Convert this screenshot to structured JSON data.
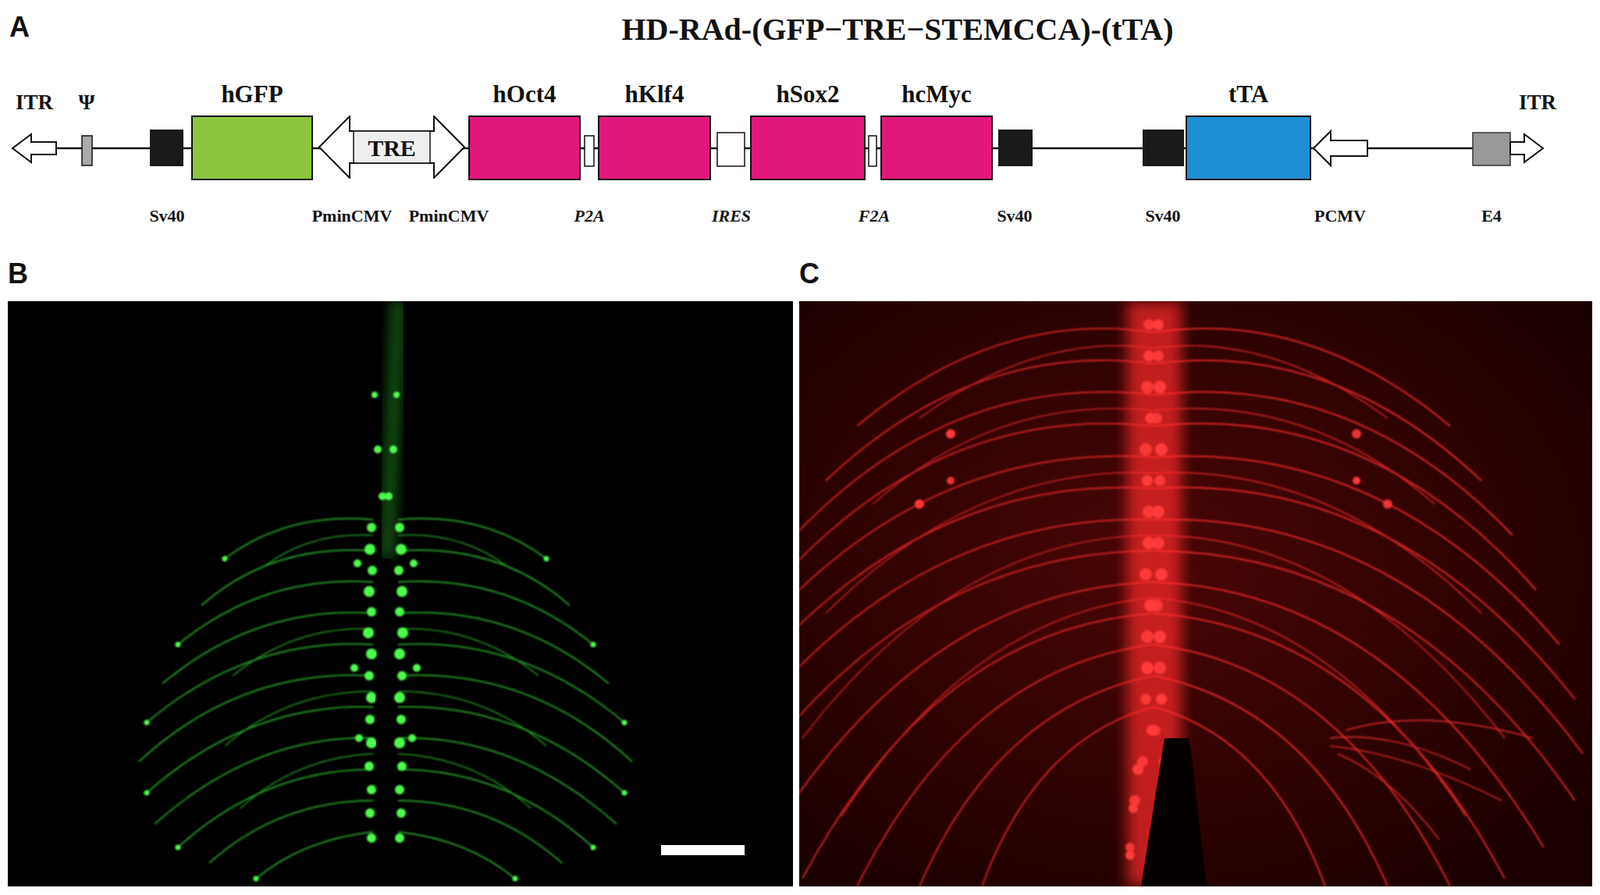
{
  "diagram": {
    "title": "HD-RAd-(GFP−TRE−STEMCCA)-(tTA)",
    "nodes": [
      {
        "text": [
          "hGFP"
        ]
      },
      {
        "text": [
          "TRE"
        ]
      },
      {
        "text": [
          "hOct4"
        ]
      },
      {
        "text": [
          "hKlf4"
        ]
      },
      {
        "text": [
          "hSox2"
        ]
      },
      {
        "text": [
          "hcMyc"
        ]
      },
      {
        "text": [
          "tTA"
        ]
      }
    ],
    "labels": [
      "A",
      "ITR",
      "Ψ",
      "Sv40",
      "PminCMV",
      "PminCMV",
      "P2A",
      "IRES",
      "F2A",
      "Sv40",
      "Sv40",
      "PCMV",
      "E4",
      "ITR",
      "B",
      "C"
    ]
  }
}
